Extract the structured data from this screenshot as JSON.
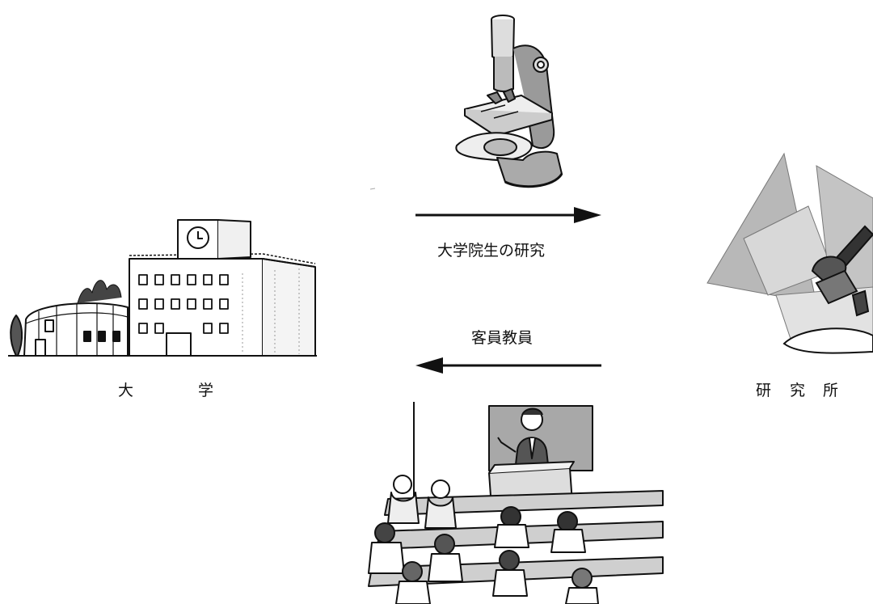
{
  "university": {
    "label_char1": "大",
    "label_char2": "学",
    "clock_icon": "clock-icon",
    "building_icon": "university-building-icon"
  },
  "institute": {
    "label_char1": "研",
    "label_char2": "究",
    "label_char3": "所",
    "icon": "research-institute-icon"
  },
  "flows": {
    "to_institute": "大学院生の研究",
    "to_university": "客員教員"
  },
  "illustrations": {
    "microscope": "microscope-icon",
    "lecture": "lecture-hall-icon"
  },
  "colors": {
    "ink": "#111111",
    "gray": "#9a9a9a",
    "light_gray": "#cfcfcf"
  }
}
